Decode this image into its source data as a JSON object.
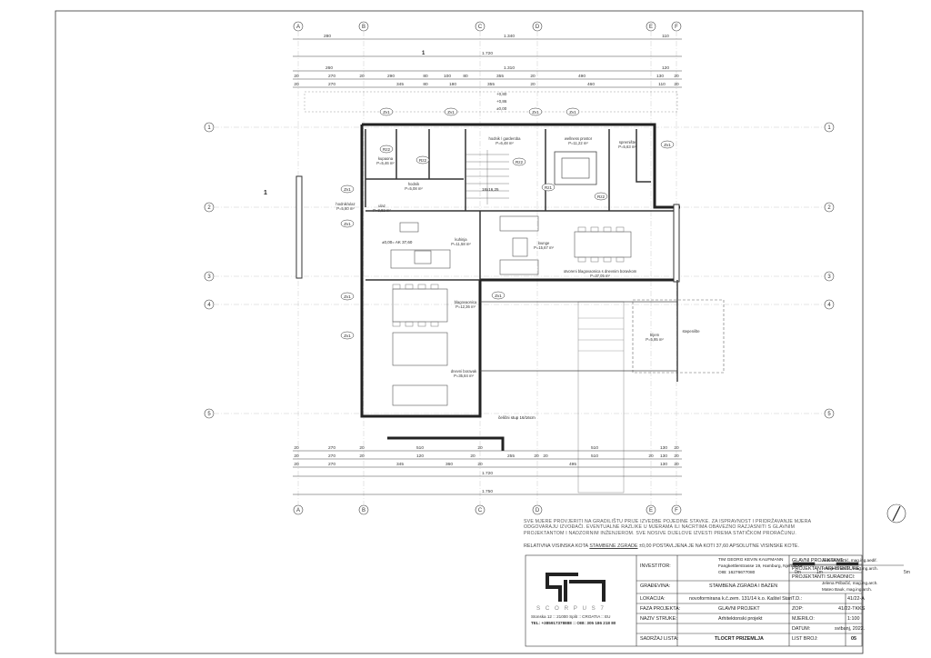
{
  "axes": {
    "columns": [
      "A",
      "B",
      "C",
      "D",
      "E",
      "F"
    ],
    "rows": [
      "1",
      "2",
      "3",
      "4",
      "5"
    ]
  },
  "top_dims": {
    "row1": [
      "280",
      "1.340",
      "110"
    ],
    "row2": [
      "1.720"
    ],
    "row3": [
      "260",
      "1.310",
      "120"
    ],
    "row4": [
      "20",
      "270",
      "20",
      "290",
      "80",
      "100",
      "80",
      "355",
      "20",
      "490",
      "130",
      "20"
    ],
    "row5": [
      "20",
      "270",
      "345",
      "80",
      "180",
      "355",
      "20",
      "460",
      "110",
      "20"
    ]
  },
  "bottom_dims": {
    "row1": [
      "20",
      "270",
      "20",
      "510",
      "20",
      "510",
      "130",
      "20"
    ],
    "row2": [
      "20",
      "270",
      "20",
      "120",
      "20",
      "255",
      "20",
      "20",
      "510",
      "20",
      "130",
      "20"
    ],
    "row3": [
      "20",
      "270",
      "345",
      "360",
      "20",
      "495",
      "130",
      "20"
    ],
    "row4": [
      "1.720"
    ],
    "row5": [
      "1.750"
    ]
  },
  "levels": [
    "+0,80",
    "+0,86",
    "±0,00"
  ],
  "rooms": [
    {
      "name": "hodnik / garderoba",
      "area": "P=6,48 m²"
    },
    {
      "name": "wellness prostor",
      "area": "P=11,22 m²"
    },
    {
      "name": "spremište",
      "area": "P=5,63 m²"
    },
    {
      "name": "kupaona",
      "area": "P=5,46 m²"
    },
    {
      "name": "hodnik",
      "area": "P=5,08 m²"
    },
    {
      "name": "hodnik/ulaz",
      "area": "P=5,60 m²"
    },
    {
      "name": "ulaz",
      "area": "P=3,82 m²"
    },
    {
      "name": "kuhinja",
      "area": "P=11,58 m²"
    },
    {
      "name": "lounge",
      "area": "P=15,67 m²"
    },
    {
      "name": "otvoreni blagovaonica s dnevnim boravkom",
      "area": "P=37,05 m²"
    },
    {
      "name": "blagovaonica",
      "area": "P=12,36 m²"
    },
    {
      "name": "dnevni boravak",
      "area": "P=35,84 m²"
    },
    {
      "name": "stepenište",
      "area": ""
    },
    {
      "name": "trijem",
      "area": "P=5,95 m²"
    }
  ],
  "wall_tags": [
    "Zv1",
    "Rz1",
    "Rz2",
    "Zv1",
    "Zv1",
    "Zv1",
    "Zv1",
    "Rz2",
    "Rz2",
    "Rz2",
    "Zv1",
    "Zv1",
    "Zv1",
    "Zv1",
    "Zv1"
  ],
  "markers": {
    "level_main": "±0,00= AK 37,60",
    "column_note": "čelični stup 16/16cm",
    "stair": "18x16,25",
    "section": "1"
  },
  "notes": {
    "main": "SVE MJERE PROVJERITI NA GRADILIŠTU PRIJE IZVEDBE POJEDINE STAVKE. ZA ISPRAVNOST I PRIDRŽAVANJE MJERA ODGOVARAJU IZVOĐAČI. EVENTUALNE RAZLIKE U MJERAMA ILI NACRTIMA OBAVEZNO RAZJASNITI S GLAVNIM PROJEKTANTOM I NADZORNIM INŽENJEROM. SVE NOSIVE DIJELOVE IZVESTI PREMA STATIČKOM PRORAČUNU.",
    "rel_pre": "RELATIVNA VISINSKA KOTA",
    "rel_link": "STAMBENE ZGRADE",
    "rel_post": "±0,00 POSTAVLJENA JE NA KOTI 37,60 APSOLUTNE VISINSKE KOTE."
  },
  "scale_bar": [
    "0m",
    "1m",
    "5m"
  ],
  "logo": {
    "text": "S C O R P U S  7",
    "address": "Stonska 12 :: 21000 Split :: CROATIA :: EU",
    "phone": "TEL: +385917378888 :: OIB: 305 186 218 80"
  },
  "title_block": {
    "investitor_label": "INVESTITOR:",
    "investitor": [
      "TIM GEORG KEVIN KAUFMANN",
      "Fangkettlerstrasse 19, Hamburg, Njemačka",
      "OIB: 16276677080"
    ],
    "gradevina_label": "GRAĐEVINA:",
    "gradevina": "STAMBENA ZGRADA I BAZEN",
    "lokacija_label": "LOKACIJA:",
    "lokacija": "novoformirana k.č.zem. 131/14 k.o. Kaštel Stari",
    "faza_label": "FAZA PROJEKTA:",
    "faza": "GLAVNI PROJEKT",
    "struka_label": "NAZIV STRUKE:",
    "struka": "Arhitektonski projekt",
    "sadrzaj_label": "SADRŽAJ LISTA:",
    "sadrzaj": "TLOCRT PRIZEMLJA",
    "glavni_label": "GLAVNI PROJEKTANT:",
    "glavni": "Antonio Martić, mag.ing.aedif.",
    "arh_label": "PROJEKTANT ARHITEKTURE:",
    "arh": "Hrvoje Grubišić, mag.ing.arch.",
    "sur_label": "PROJEKTANTI SURADNICI:",
    "sur": [
      "Jelena Pribačić, mag.ing.arch.",
      "Mateo Bauk, mag.ing.arch."
    ],
    "td_label": "T.D.:",
    "td": "41/22-A",
    "zop_label": "ZOP:",
    "zop": "41/22-TKKS",
    "mjerilo_label": "MJERILO:",
    "mjerilo": "1:100",
    "datum_label": "DATUM:",
    "datum": "svibanj, 2022.",
    "list_label": "LIST BROJ:",
    "list": "05"
  }
}
